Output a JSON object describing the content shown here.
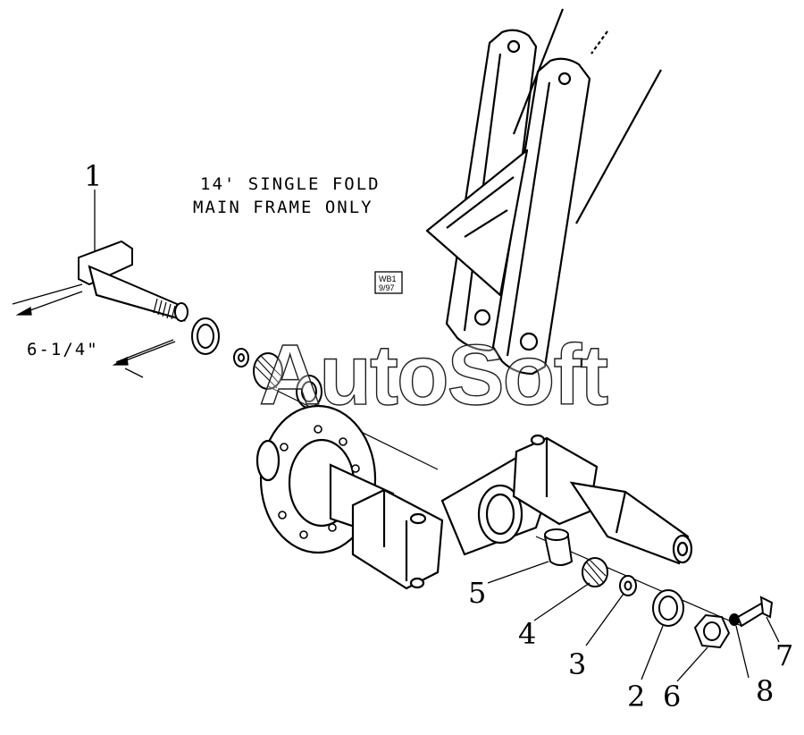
{
  "title_line1": "14' SINGLE FOLD",
  "title_line2": "MAIN FRAME ONLY",
  "dimension": "6-1/4\"",
  "stamp_line1": "WB1",
  "stamp_line2": "9/97",
  "watermark": "AutoSoft",
  "callouts": {
    "c1": "1",
    "c2": "2",
    "c3": "3",
    "c4": "4",
    "c5": "5",
    "c6": "6",
    "c7": "7",
    "c8": "8"
  }
}
